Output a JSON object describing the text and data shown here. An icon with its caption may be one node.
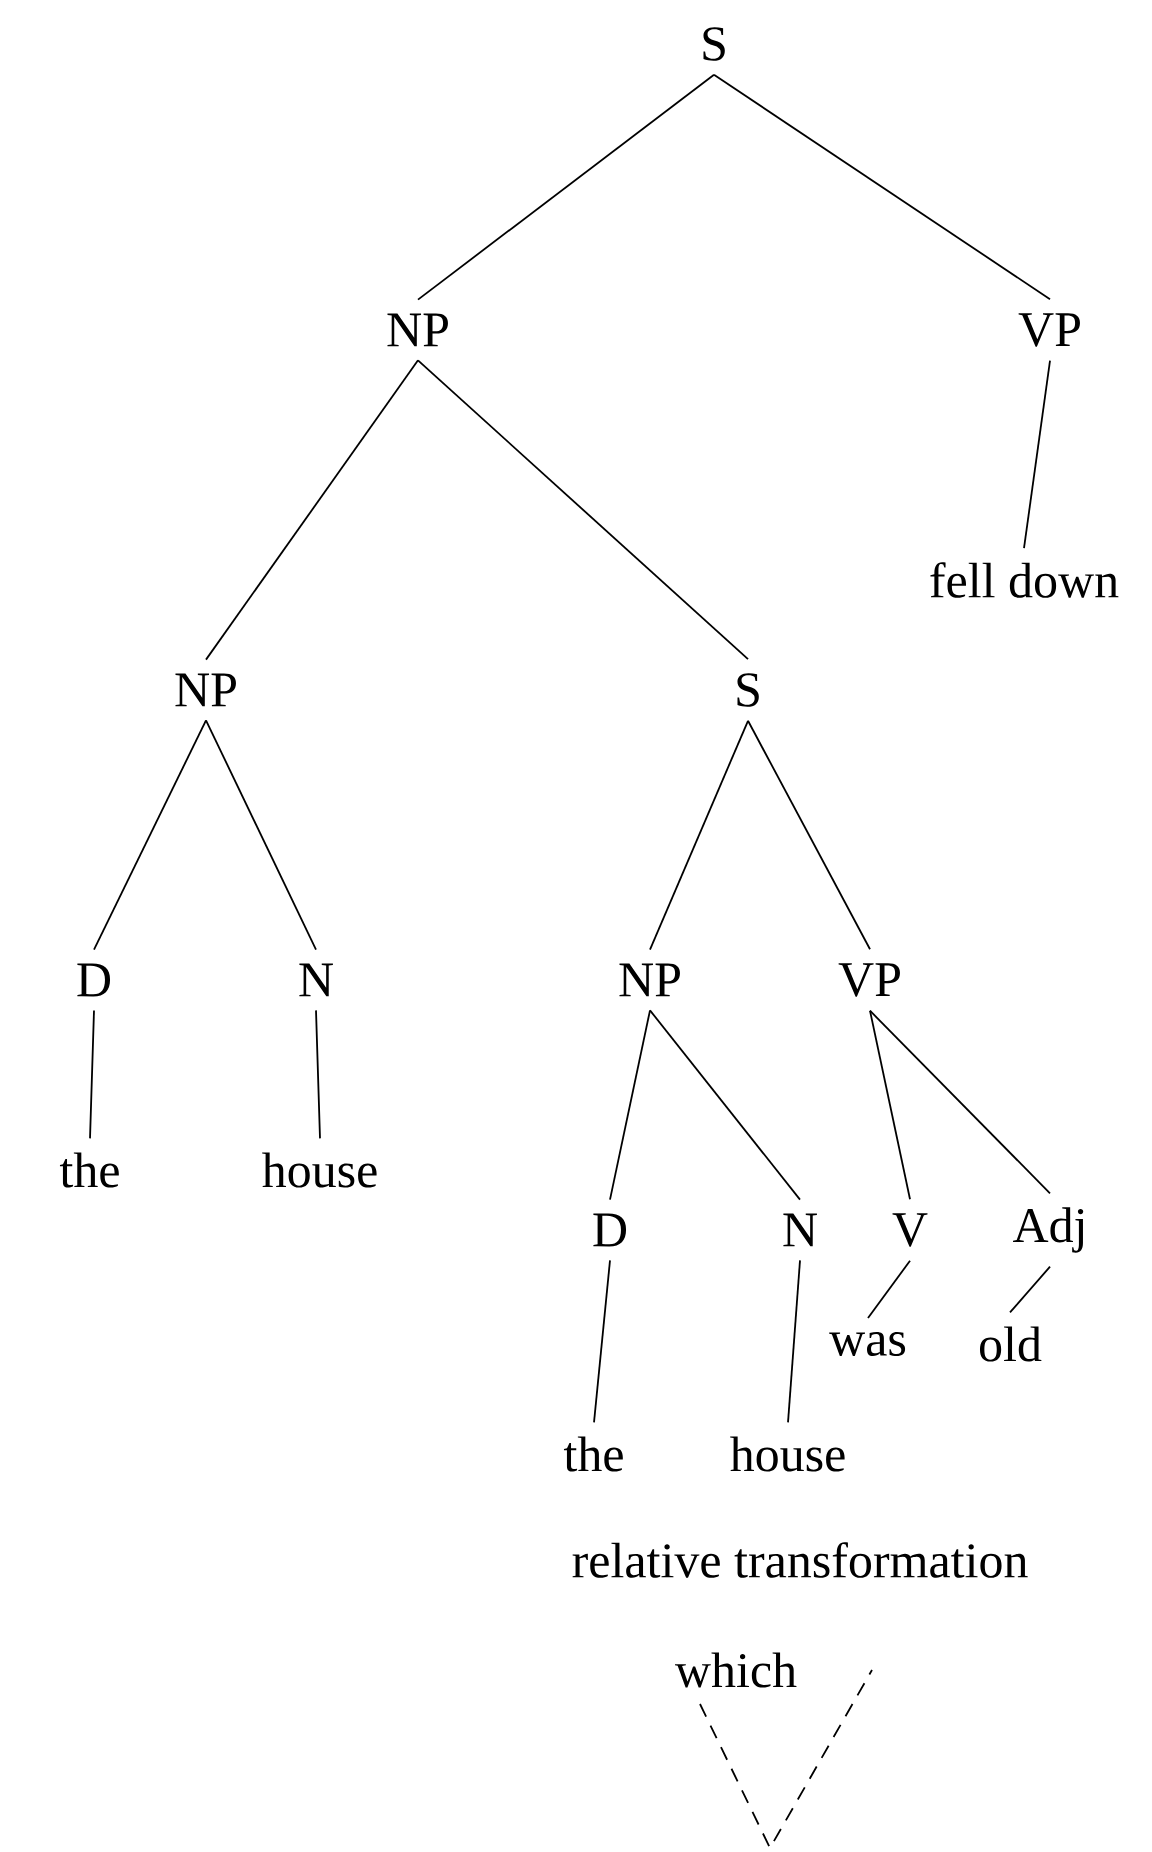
{
  "diagram": {
    "nodes": [
      {
        "text": [
          "S"
        ]
      },
      {
        "text": [
          "NP"
        ]
      },
      {
        "text": [
          "VP"
        ]
      },
      {
        "text": [
          "fell down"
        ]
      },
      {
        "text": [
          "NP"
        ]
      },
      {
        "text": [
          "S"
        ]
      },
      {
        "text": [
          "D"
        ]
      },
      {
        "text": [
          "N"
        ]
      },
      {
        "text": [
          "NP"
        ]
      },
      {
        "text": [
          "VP"
        ]
      },
      {
        "text": [
          "the"
        ]
      },
      {
        "text": [
          "house"
        ]
      },
      {
        "text": [
          "D"
        ]
      },
      {
        "text": [
          "N"
        ]
      },
      {
        "text": [
          "V"
        ]
      },
      {
        "text": [
          "Adj"
        ]
      },
      {
        "text": [
          "was"
        ]
      },
      {
        "text": [
          "old"
        ]
      },
      {
        "text": [
          "the"
        ]
      },
      {
        "text": [
          "house"
        ]
      }
    ],
    "edges": [
      {
        "from": 0,
        "to": 1,
        "arrow": "none"
      },
      {
        "from": 0,
        "to": 2,
        "arrow": "none"
      },
      {
        "from": 2,
        "to": 3,
        "arrow": "none"
      },
      {
        "from": 1,
        "to": 4,
        "arrow": "none"
      },
      {
        "from": 1,
        "to": 5,
        "arrow": "none"
      },
      {
        "from": 4,
        "to": 6,
        "arrow": "none"
      },
      {
        "from": 4,
        "to": 7,
        "arrow": "none"
      },
      {
        "from": 6,
        "to": 10,
        "arrow": "none"
      },
      {
        "from": 7,
        "to": 11,
        "arrow": "none"
      },
      {
        "from": 5,
        "to": 8,
        "arrow": "none"
      },
      {
        "from": 5,
        "to": 9,
        "arrow": "none"
      },
      {
        "from": 8,
        "to": 12,
        "arrow": "none"
      },
      {
        "from": 8,
        "to": 13,
        "arrow": "none"
      },
      {
        "from": 9,
        "to": 14,
        "arrow": "none"
      },
      {
        "from": 9,
        "to": 15,
        "arrow": "none"
      },
      {
        "from": 12,
        "to": 18,
        "arrow": "none"
      },
      {
        "from": 13,
        "to": 19,
        "arrow": "none"
      },
      {
        "from": 14,
        "to": 16,
        "arrow": "none"
      },
      {
        "from": 15,
        "to": 17,
        "arrow": "none"
      }
    ],
    "labels": [
      "relative transformation",
      "which"
    ]
  }
}
